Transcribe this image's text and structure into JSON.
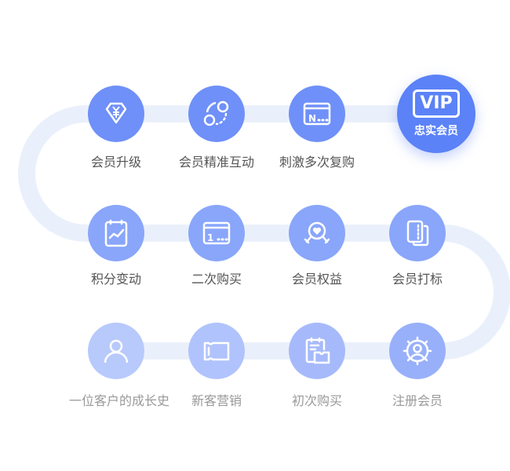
{
  "colors": {
    "track": "#eaf0fb",
    "row1": "#6f90f8",
    "vip": "#5b82f7",
    "row2": "#89a6fa",
    "row3": "#a9bdfb",
    "row3_first": "#b8c9fc"
  },
  "steps": [
    {
      "label": "一位客户的成长史",
      "icon": "user-icon"
    },
    {
      "label": "新客营销",
      "icon": "ticket-icon"
    },
    {
      "label": "初次购买",
      "icon": "receipt-icon"
    },
    {
      "label": "注册会员",
      "icon": "user-target-icon"
    },
    {
      "label": "会员打标",
      "icon": "tag-card-icon"
    },
    {
      "label": "会员权益",
      "icon": "heart-badge-icon"
    },
    {
      "label": "二次购买",
      "icon": "window-1-icon"
    },
    {
      "label": "积分变动",
      "icon": "chart-calendar-icon"
    },
    {
      "label": "会员升级",
      "icon": "yen-diamond-icon"
    },
    {
      "label": "会员精准互动",
      "icon": "interaction-circles-icon"
    },
    {
      "label": "刺激多次复购",
      "icon": "window-n-icon"
    }
  ],
  "vip": {
    "badge": "VIP",
    "label": "忠实会员"
  }
}
